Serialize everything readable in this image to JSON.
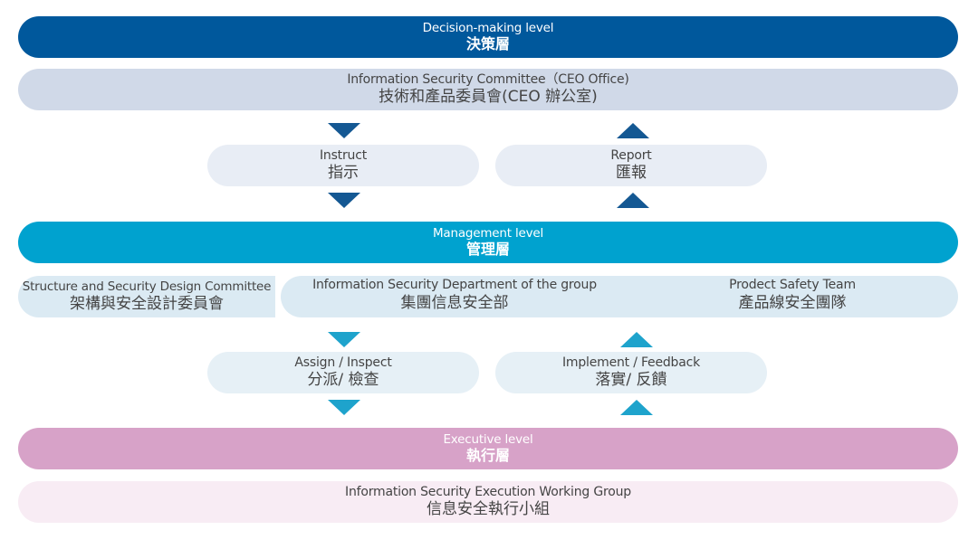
{
  "colors": {
    "decision": "#00589c",
    "committee": "#d0d9e8",
    "arrow_decision": "#145893",
    "instruct_box": "#e8edf5",
    "management": "#00a2cf",
    "mgmt_tier": "#dbeaf3",
    "arrow_management": "#1ea3cc",
    "assign_box": "#e6f0f6",
    "executive": "#d7a2c8",
    "exec_group": "#f8ecf4",
    "text_dark": "#444444"
  },
  "decision": {
    "en": "Decision-making level",
    "zh": "決策層"
  },
  "committee": {
    "en": "Information Security Committee（CEO Office)",
    "zh": "技術和產品委員會(CEO 辦公室)"
  },
  "instruct": {
    "en": "Instruct",
    "zh": "指示"
  },
  "report": {
    "en": "Report",
    "zh": "匯報"
  },
  "management": {
    "en": "Management level",
    "zh": "管理層"
  },
  "structure_committee": {
    "en": "Structure and Security Design Committee",
    "zh": "架構與安全設計委員會"
  },
  "infosec_department": {
    "en": "Information Security Department of the group",
    "zh": "集團信息安全部"
  },
  "product_safety_team": {
    "en": "Prodect Safety Team",
    "zh": "產品線安全團隊"
  },
  "assign": {
    "en": "Assign / Inspect",
    "zh": "分派/ 檢查"
  },
  "implement": {
    "en": "Implement / Feedback",
    "zh": "落實/ 反饋"
  },
  "executive": {
    "en": "Executive level",
    "zh": "執行層"
  },
  "working_group": {
    "en": "Information Security Execution Working Group",
    "zh": "信息安全執行小組"
  }
}
